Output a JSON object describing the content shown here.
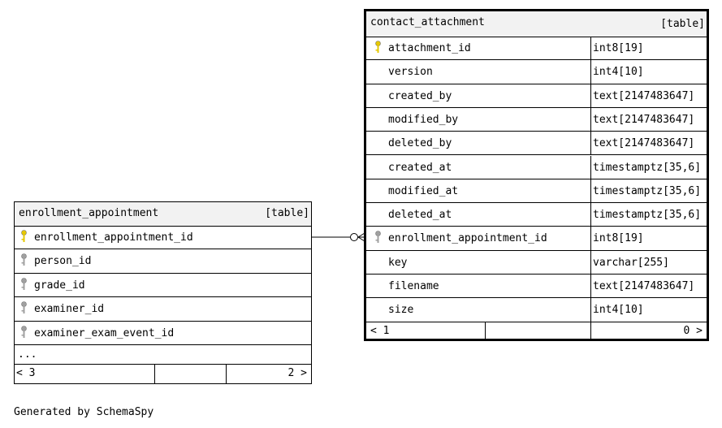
{
  "colors": {
    "pk_key": "#e6c800",
    "fk_key": "#a0a0a0",
    "header_bg": "#f2f2f2"
  },
  "contact_attachment": {
    "name": "contact_attachment",
    "kind": "[table]",
    "columns": [
      {
        "name": "attachment_id",
        "type": "int8[19]",
        "key": "primary-key-icon"
      },
      {
        "name": "version",
        "type": "int4[10]",
        "key": ""
      },
      {
        "name": "created_by",
        "type": "text[2147483647]",
        "key": ""
      },
      {
        "name": "modified_by",
        "type": "text[2147483647]",
        "key": ""
      },
      {
        "name": "deleted_by",
        "type": "text[2147483647]",
        "key": ""
      },
      {
        "name": "created_at",
        "type": "timestamptz[35,6]",
        "key": ""
      },
      {
        "name": "modified_at",
        "type": "timestamptz[35,6]",
        "key": ""
      },
      {
        "name": "deleted_at",
        "type": "timestamptz[35,6]",
        "key": ""
      },
      {
        "name": "enrollment_appointment_id",
        "type": "int8[19]",
        "key": "foreign-key-icon"
      },
      {
        "name": "key",
        "type": "varchar[255]",
        "key": ""
      },
      {
        "name": "filename",
        "type": "text[2147483647]",
        "key": ""
      },
      {
        "name": "size",
        "type": "int4[10]",
        "key": ""
      }
    ],
    "footer_left": "< 1",
    "footer_right": "0 >"
  },
  "enrollment_appointment": {
    "name": "enrollment_appointment",
    "kind": "[table]",
    "columns": [
      {
        "name": "enrollment_appointment_id",
        "key": "primary-key-icon"
      },
      {
        "name": "person_id",
        "key": "foreign-key-icon"
      },
      {
        "name": "grade_id",
        "key": "foreign-key-icon"
      },
      {
        "name": "examiner_id",
        "key": "foreign-key-icon"
      },
      {
        "name": "examiner_exam_event_id",
        "key": "foreign-key-icon"
      }
    ],
    "more": "...",
    "footer_left": "< 3",
    "footer_right": "2 >"
  },
  "footer": {
    "generated": "Generated by SchemaSpy"
  }
}
